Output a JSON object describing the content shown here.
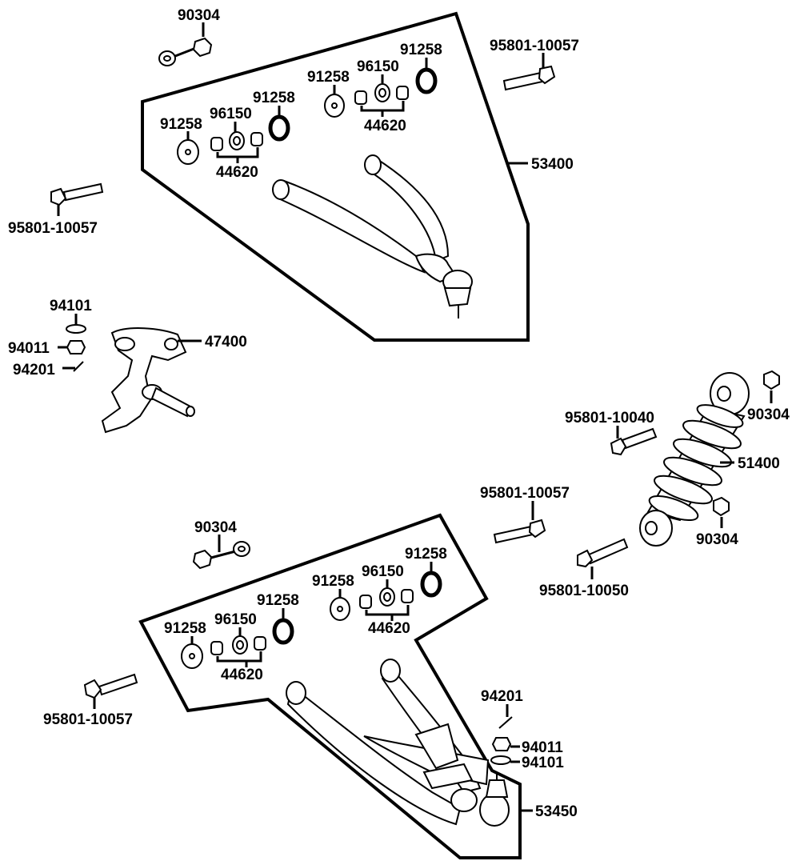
{
  "labels": {
    "upper_nut": "90304",
    "upper_bolt_right": "95801-10057",
    "upper_bolt_left": "95801-10057",
    "upper_arm": "53400",
    "upper_washer_a": "91258",
    "upper_bearing_a": "96150",
    "upper_seal_a": "91258",
    "upper_bushing_a": "44620",
    "upper_washer_b": "91258",
    "upper_bearing_b": "96150",
    "upper_seal_b": "91258",
    "upper_bushing_b": "44620",
    "knuckle_washer": "94101",
    "knuckle_nut": "94011",
    "knuckle_pin": "94201",
    "knuckle": "47400",
    "shock_nut_top": "90304",
    "shock_bolt_top": "95801-10040",
    "shock": "51400",
    "shock_nut_bottom": "90304",
    "shock_bolt_mid": "95801-10057",
    "shock_bolt_bottom": "95801-10050",
    "lower_nut": "90304",
    "lower_washer_a": "91258",
    "lower_bearing_a": "96150",
    "lower_seal_a": "91258",
    "lower_bushing_a": "44620",
    "lower_washer_b": "91258",
    "lower_bearing_b": "96150",
    "lower_seal_b": "91258",
    "lower_bushing_b": "44620",
    "lower_bolt": "95801-10057",
    "lower_pin": "94201",
    "lower_castle_nut": "94011",
    "lower_washer": "94101",
    "lower_arm": "53450"
  }
}
